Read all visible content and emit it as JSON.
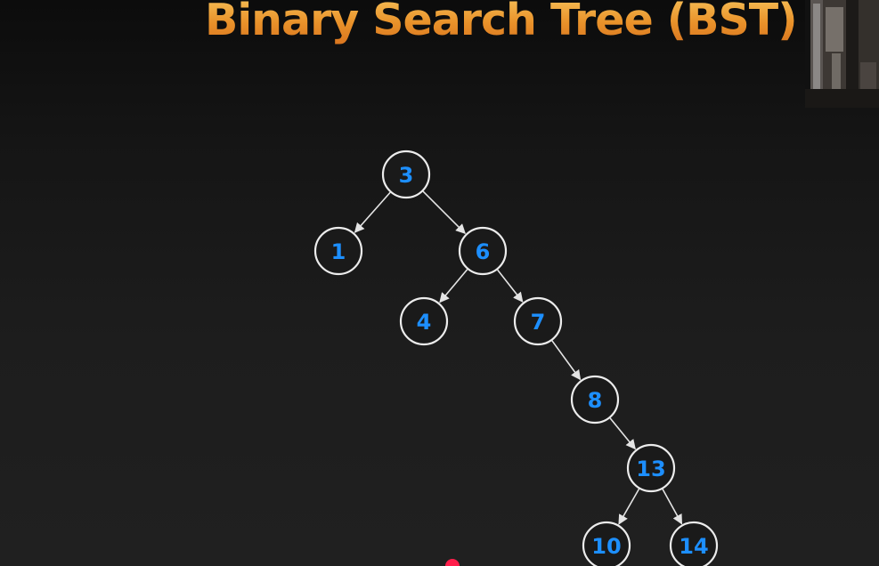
{
  "slide": {
    "title": "Binary Search Tree (BST)"
  },
  "colors": {
    "title_gradient_top": "#f7c25a",
    "title_gradient_bottom": "#d9741f",
    "node_label": "#1d8fff",
    "node_outline": "#ececec",
    "edge": "#e4e4e4",
    "background": "#1a1a1a",
    "pointer": "#ff1e4b"
  },
  "tree": {
    "nodes": [
      {
        "id": "n3",
        "label": "3"
      },
      {
        "id": "n1",
        "label": "1"
      },
      {
        "id": "n6",
        "label": "6"
      },
      {
        "id": "n4",
        "label": "4"
      },
      {
        "id": "n7",
        "label": "7"
      },
      {
        "id": "n8",
        "label": "8"
      },
      {
        "id": "n13",
        "label": "13"
      },
      {
        "id": "n10",
        "label": "10"
      },
      {
        "id": "n14",
        "label": "14"
      }
    ],
    "edges": [
      {
        "from": "n3",
        "to": "n1"
      },
      {
        "from": "n3",
        "to": "n6"
      },
      {
        "from": "n6",
        "to": "n4"
      },
      {
        "from": "n6",
        "to": "n7"
      },
      {
        "from": "n7",
        "to": "n8"
      },
      {
        "from": "n8",
        "to": "n13"
      },
      {
        "from": "n13",
        "to": "n10"
      },
      {
        "from": "n13",
        "to": "n14"
      }
    ]
  }
}
